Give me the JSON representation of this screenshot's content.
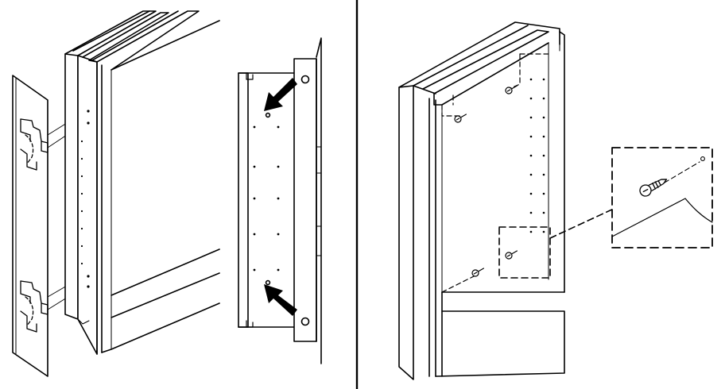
{
  "figure": {
    "panels": [
      {
        "id": "left",
        "content": "side-panel-with-hinges-and-cabinet-frame"
      },
      {
        "id": "middle",
        "content": "mounting-rail-with-arrows"
      },
      {
        "id": "right",
        "content": "recessed-cabinet-with-screws-and-detail-callout"
      }
    ],
    "colors": {
      "ink": "#000000",
      "paper": "#ffffff"
    }
  }
}
